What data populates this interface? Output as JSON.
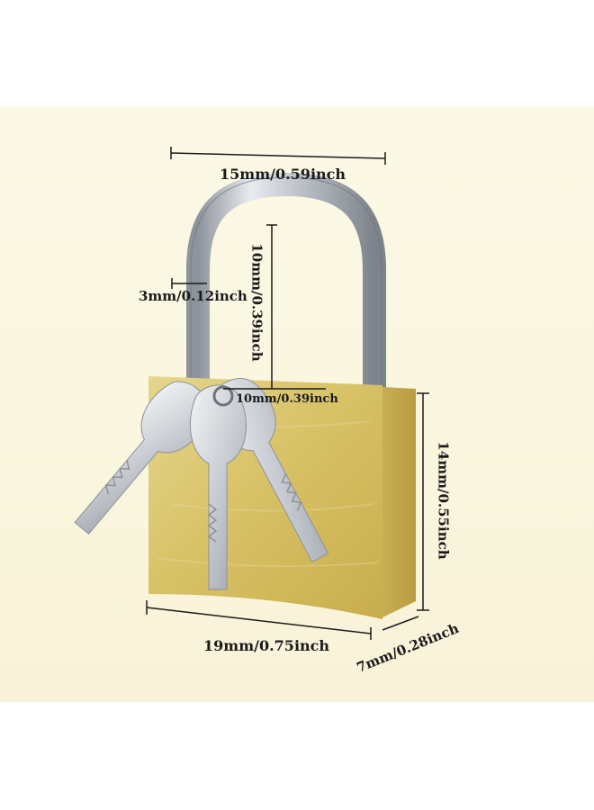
{
  "dimensions": {
    "shackle_width": "15mm/0.59inch",
    "shackle_thickness": "3mm/0.12inch",
    "shackle_height": "10mm/0.39inch",
    "keyhole_spacing": "10mm/0.39inch",
    "body_height": "14mm/0.55inch",
    "body_width": "19mm/0.75inch",
    "body_depth": "7mm/0.28inch"
  },
  "colors": {
    "brass": "#d9c46a",
    "steel": "#c8ccd2",
    "background": "#faf6df",
    "dimension_line": "#1a1a1a"
  }
}
